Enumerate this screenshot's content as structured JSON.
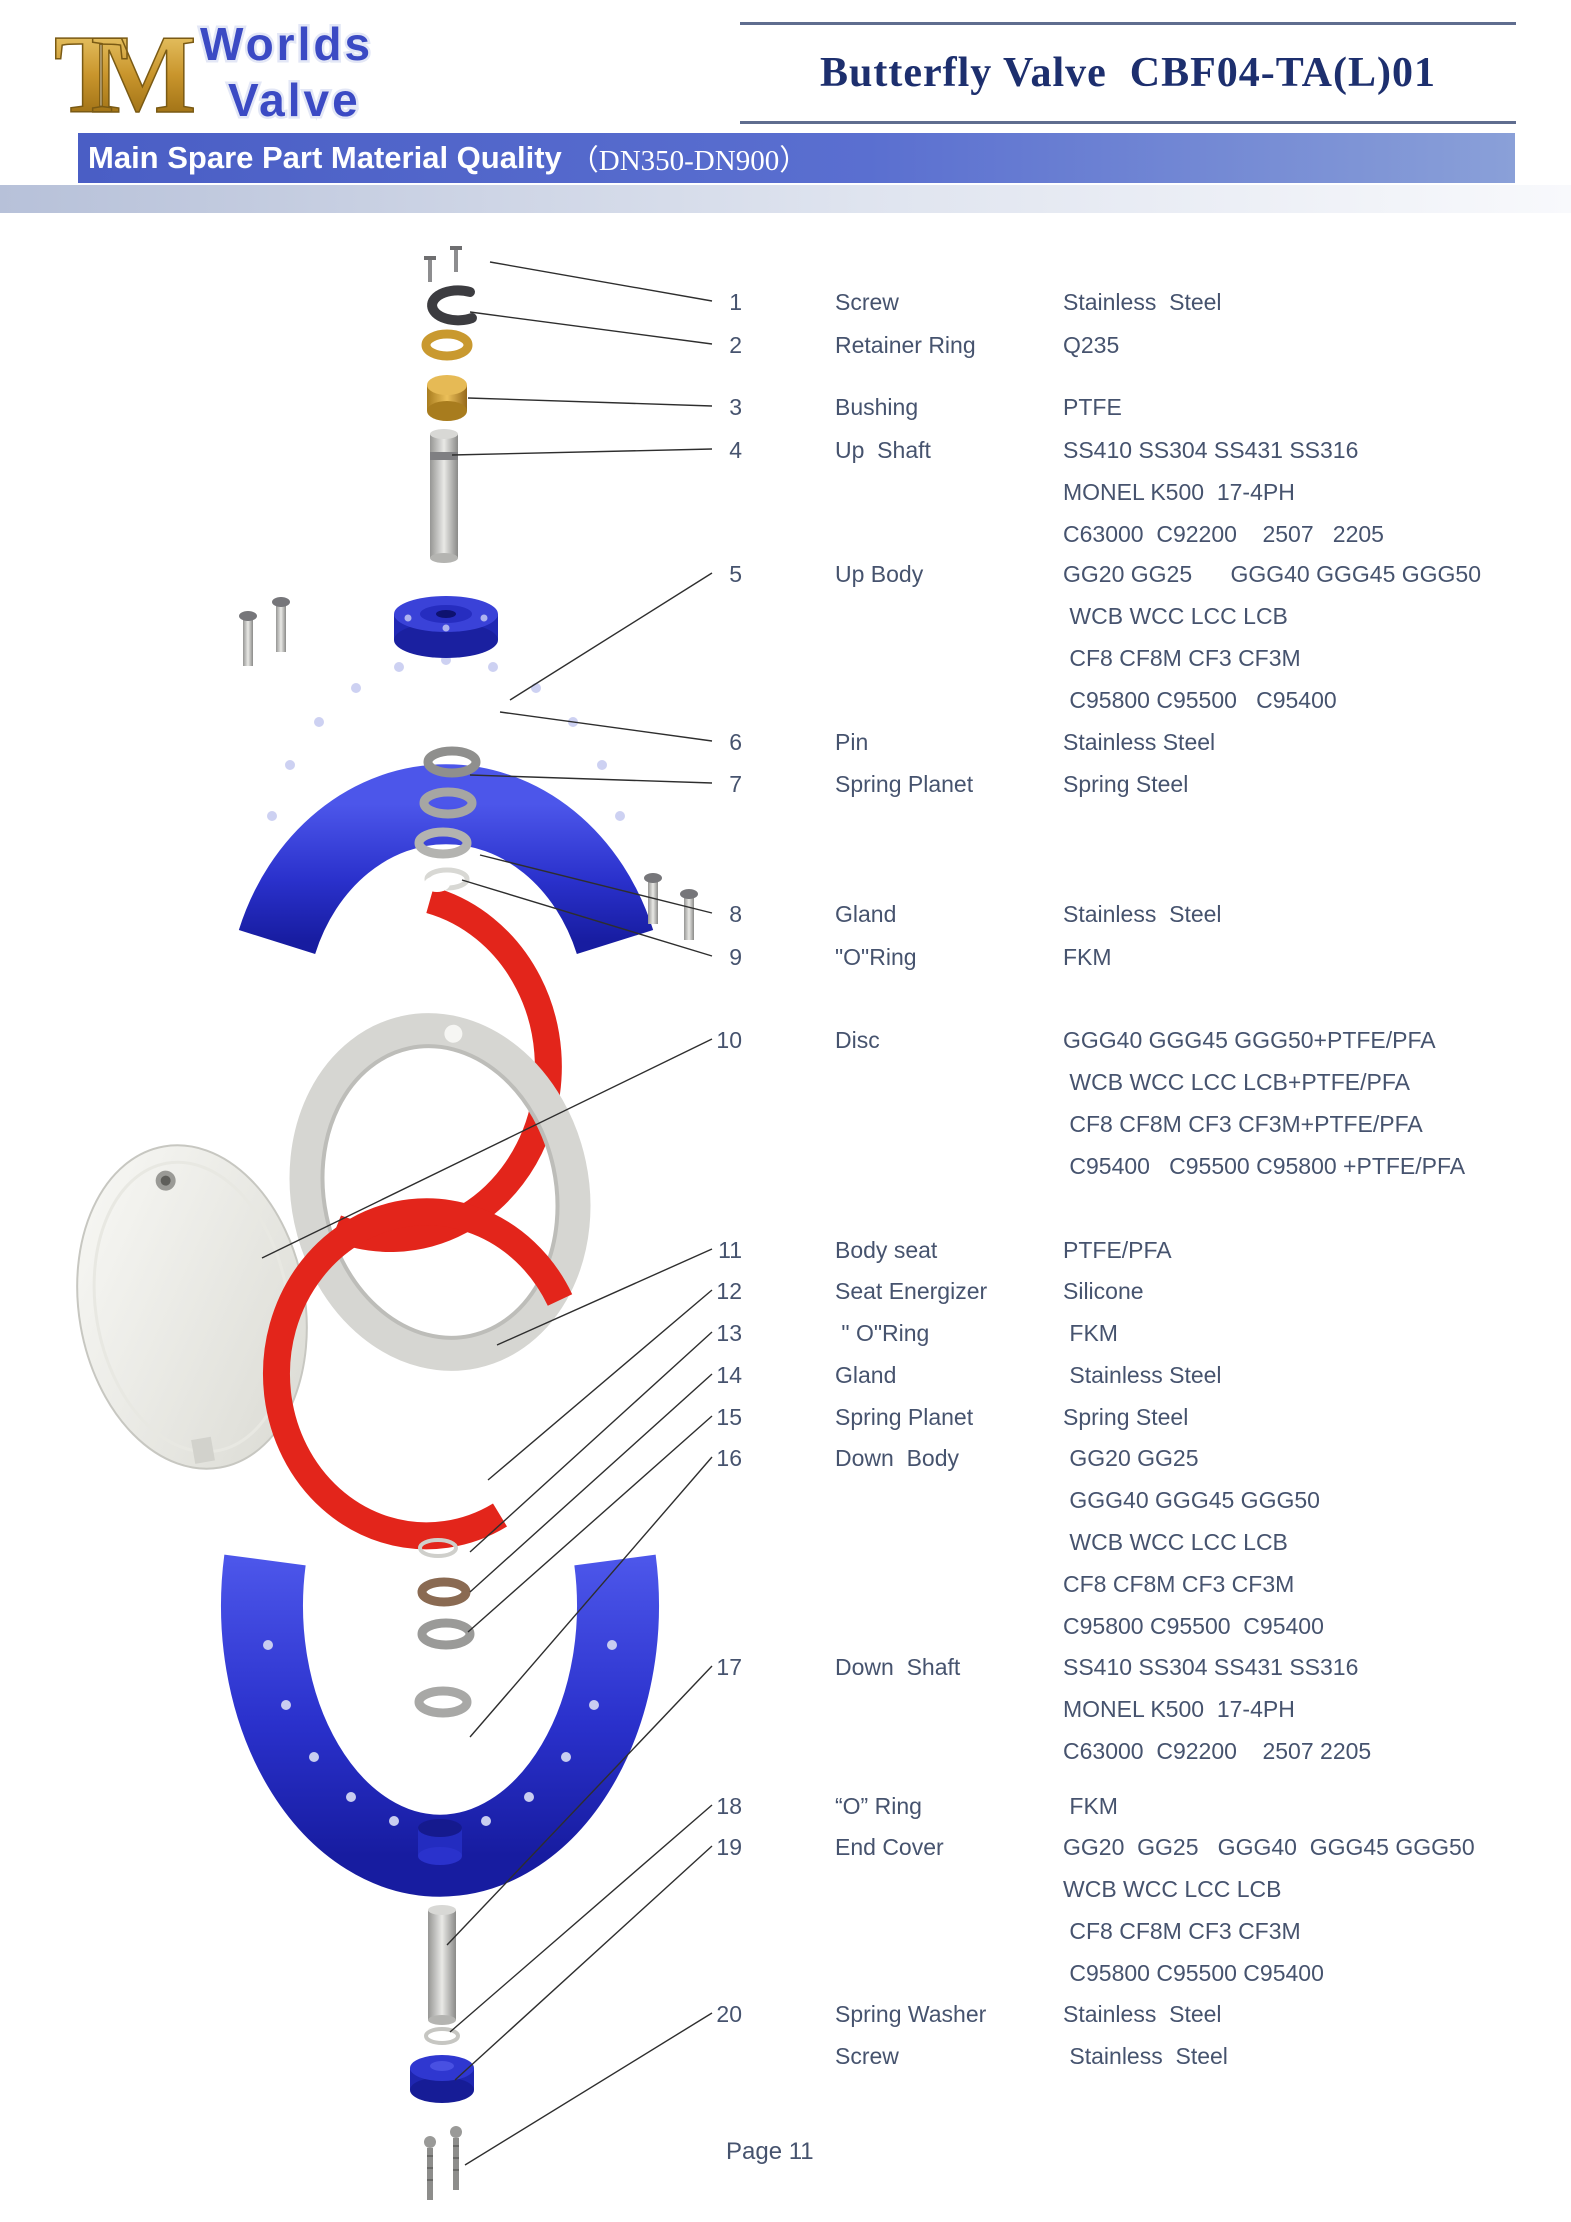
{
  "header": {
    "brand": {
      "mark": "TM",
      "line1": "Worlds",
      "line2": "Valve"
    },
    "title": "Butterfly Valve  CBF04-TA(L)01",
    "banner_title": "Main Spare Part Material Quality",
    "banner_range": "（DN350-DN900）"
  },
  "parts": [
    {
      "num": "1",
      "name": "Screw",
      "materials": [
        "Stainless  Steel"
      ]
    },
    {
      "num": "2",
      "name": "Retainer Ring",
      "materials": [
        "Q235"
      ]
    },
    {
      "num": "3",
      "name": "Bushing",
      "materials": [
        "PTFE"
      ]
    },
    {
      "num": "4",
      "name": "Up  Shaft",
      "materials": [
        "SS410 SS304 SS431 SS316",
        "MONEL K500  17-4PH",
        "C63000  C92200    2507   2205"
      ]
    },
    {
      "num": "5",
      "name": "Up Body",
      "materials": [
        "GG20 GG25      GGG40 GGG45 GGG50",
        " WCB WCC LCC LCB",
        " CF8 CF8M CF3 CF3M",
        " C95800 C95500   C95400"
      ]
    },
    {
      "num": "6",
      "name": "Pin",
      "materials": [
        "Stainless Steel"
      ]
    },
    {
      "num": "7",
      "name": "Spring Planet",
      "materials": [
        "Spring Steel"
      ]
    },
    {
      "num": "8",
      "name": "Gland",
      "materials": [
        "Stainless  Steel"
      ]
    },
    {
      "num": "9",
      "name": "\"O\"Ring",
      "materials": [
        "FKM"
      ]
    },
    {
      "num": "10",
      "name": "Disc",
      "materials": [
        "GGG40 GGG45 GGG50+PTFE/PFA",
        " WCB WCC LCC LCB+PTFE/PFA",
        " CF8 CF8M CF3 CF3M+PTFE/PFA",
        " C95400   C95500 C95800 +PTFE/PFA"
      ]
    },
    {
      "num": "11",
      "name": "Body seat",
      "materials": [
        "PTFE/PFA"
      ]
    },
    {
      "num": "12",
      "name": "Seat Energizer",
      "materials": [
        "Silicone"
      ]
    },
    {
      "num": "13",
      "name": " \" O\"Ring",
      "materials": [
        " FKM"
      ]
    },
    {
      "num": "14",
      "name": "Gland",
      "materials": [
        " Stainless Steel"
      ]
    },
    {
      "num": "15",
      "name": "Spring Planet",
      "materials": [
        "Spring Steel"
      ]
    },
    {
      "num": "16",
      "name": "Down  Body",
      "materials": [
        " GG20 GG25",
        " GGG40 GGG45 GGG50",
        " WCB WCC LCC LCB",
        "CF8 CF8M CF3 CF3M",
        "C95800 C95500  C95400"
      ]
    },
    {
      "num": "17",
      "name": "Down  Shaft",
      "materials": [
        "SS410 SS304 SS431 SS316",
        "MONEL K500  17-4PH",
        "C63000  C92200    2507 2205"
      ]
    },
    {
      "num": "18",
      "name": "“O” Ring",
      "materials": [
        " FKM"
      ]
    },
    {
      "num": "19",
      "name": "End Cover",
      "materials": [
        "GG20  GG25   GGG40  GGG45 GGG50",
        "WCB WCC LCC LCB",
        " CF8 CF8M CF3 CF3M",
        " C95800 C95500 C95400"
      ]
    },
    {
      "num": "20",
      "name": "Spring Washer",
      "materials": [
        "Stainless  Steel"
      ]
    },
    {
      "num": "",
      "name": "Screw",
      "materials": [
        " Stainless  Steel"
      ]
    }
  ],
  "footer": {
    "page_label": "Page 11"
  }
}
